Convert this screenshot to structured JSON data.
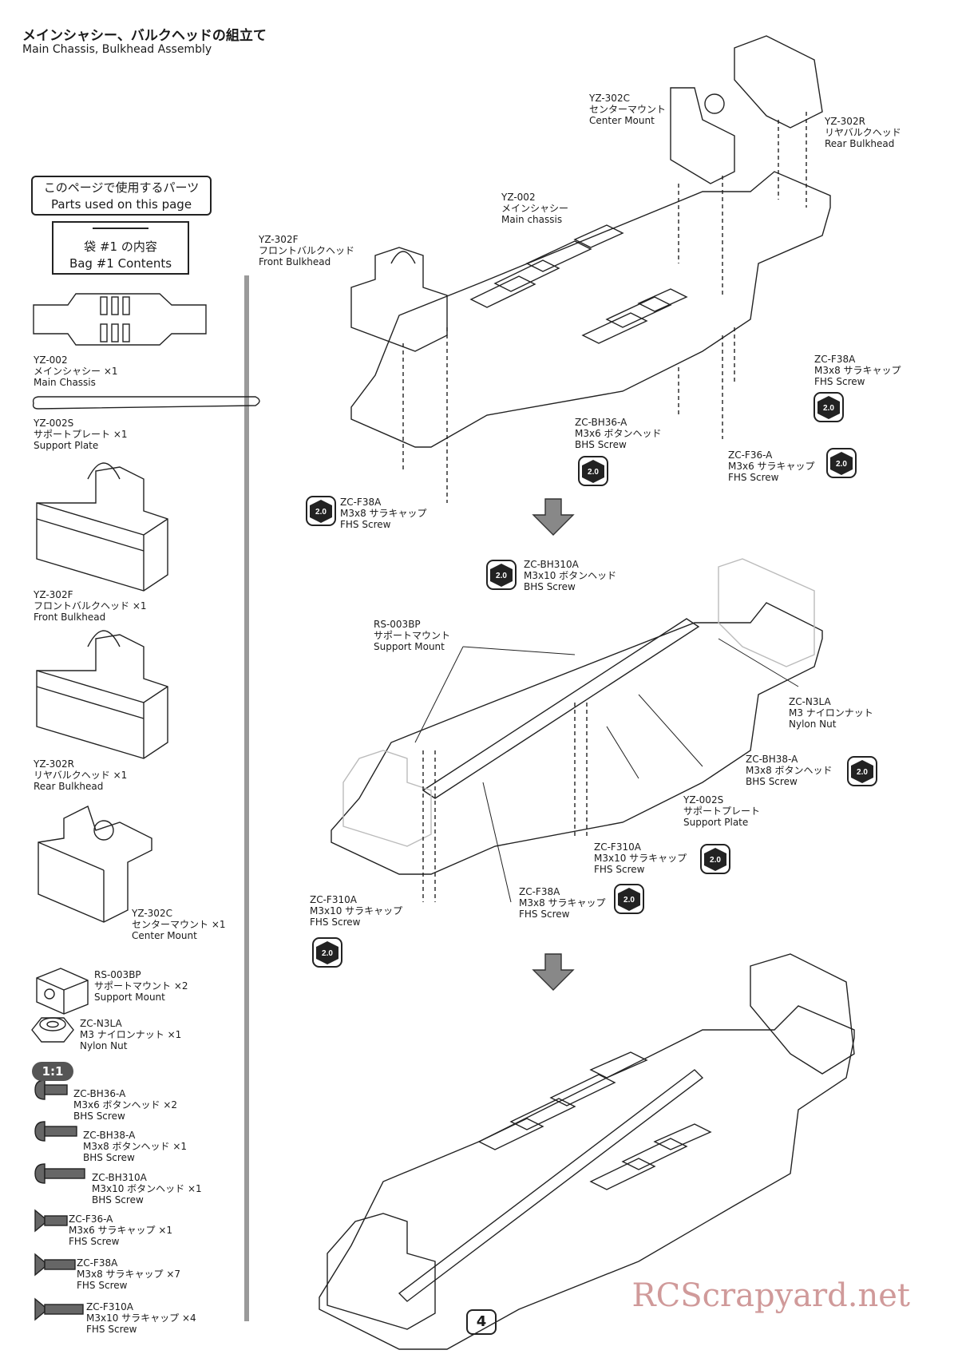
{
  "header": {
    "title_jp": "メインシャシー、バルクヘッドの組立て",
    "title_en": "Main Chassis, Bulkhead Assembly"
  },
  "parts_box": {
    "line1": "このページで使用するパーツ",
    "line2": "Parts used on this page"
  },
  "bag_box": {
    "line1": "袋 #1 の内容",
    "line2": "Bag #1 Contents"
  },
  "ratio_badge": "1:1",
  "torque_badge": "2.0",
  "parts_list": [
    {
      "code": "YZ-002",
      "jp": "メインシャシー ×1",
      "en": "Main Chassis"
    },
    {
      "code": "YZ-002S",
      "jp": "サポートプレート ×1",
      "en": "Support Plate"
    },
    {
      "code": "YZ-302F",
      "jp": "フロントバルクヘッド ×1",
      "en": "Front Bulkhead"
    },
    {
      "code": "YZ-302R",
      "jp": "リヤバルクヘッド ×1",
      "en": "Rear Bulkhead"
    },
    {
      "code": "YZ-302C",
      "jp": "センターマウント ×1",
      "en": "Center Mount"
    },
    {
      "code": "RS-003BP",
      "jp": "サポートマウント ×2",
      "en": "Support Mount"
    },
    {
      "code": "ZC-N3LA",
      "jp": "M3 ナイロンナット ×1",
      "en": "Nylon Nut"
    },
    {
      "code": "ZC-BH36-A",
      "jp": "M3x6 ボタンヘッド ×2",
      "en": "BHS Screw"
    },
    {
      "code": "ZC-BH38-A",
      "jp": "M3x8 ボタンヘッド ×1",
      "en": "BHS Screw"
    },
    {
      "code": "ZC-BH310A",
      "jp": "M3x10 ボタンヘッド ×1",
      "en": "BHS Screw"
    },
    {
      "code": "ZC-F36-A",
      "jp": "M3x6 サラキャップ ×1",
      "en": "FHS Screw"
    },
    {
      "code": "ZC-F38A",
      "jp": "M3x8 サラキャップ ×7",
      "en": "FHS Screw"
    },
    {
      "code": "ZC-F310A",
      "jp": "M3x10 サラキャップ ×4",
      "en": "FHS Screw"
    }
  ],
  "step1": [
    {
      "code": "YZ-302C",
      "jp": "センターマウント",
      "en": "Center Mount"
    },
    {
      "code": "YZ-302R",
      "jp": "リヤバルクヘッド",
      "en": "Rear Bulkhead"
    },
    {
      "code": "YZ-002",
      "jp": "メインシャシー",
      "en": "Main chassis"
    },
    {
      "code": "YZ-302F",
      "jp": "フロントバルクヘッド",
      "en": "Front Bulkhead"
    },
    {
      "code": "ZC-F38A",
      "jp": "M3x8 サラキャップ",
      "en": "FHS Screw"
    },
    {
      "code": "ZC-BH36-A",
      "jp": "M3x6 ボタンヘッド",
      "en": "BHS Screw"
    },
    {
      "code": "ZC-F36-A",
      "jp": "M3x6 サラキャップ",
      "en": "FHS Screw"
    },
    {
      "code": "ZC-F38A",
      "jp": "M3x8 サラキャップ",
      "en": "FHS Screw"
    }
  ],
  "step2": [
    {
      "code": "ZC-BH310A",
      "jp": "M3x10 ボタンヘッド",
      "en": "BHS Screw"
    },
    {
      "code": "RS-003BP",
      "jp": "サポートマウント",
      "en": "Support Mount"
    },
    {
      "code": "ZC-N3LA",
      "jp": "M3 ナイロンナット",
      "en": "Nylon Nut"
    },
    {
      "code": "ZC-BH38-A",
      "jp": "M3x8 ボタンヘッド",
      "en": "BHS Screw"
    },
    {
      "code": "YZ-002S",
      "jp": "サポートプレート",
      "en": "Support Plate"
    },
    {
      "code": "ZC-F310A",
      "jp": "M3x10 サラキャップ",
      "en": "FHS Screw"
    },
    {
      "code": "ZC-F38A",
      "jp": "M3x8 サラキャップ",
      "en": "FHS Screw"
    },
    {
      "code": "ZC-F310A",
      "jp": "M3x10 サラキャップ",
      "en": "FHS Screw"
    }
  ],
  "page_number": "4",
  "watermark": "RCScrapyard.net"
}
